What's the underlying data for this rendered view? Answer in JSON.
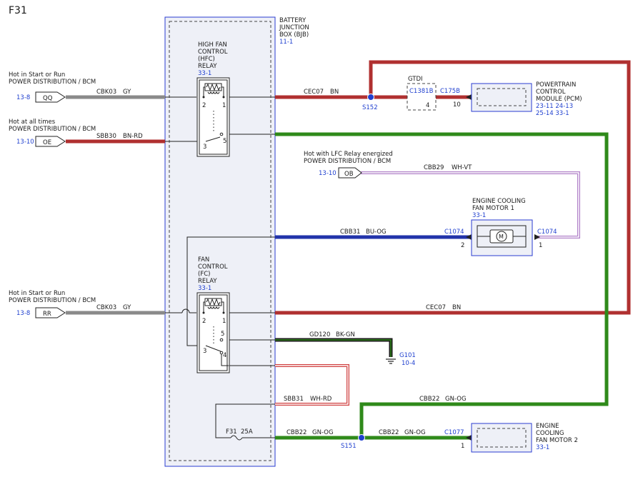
{
  "page_label": "F31",
  "bjb": {
    "lines": [
      "BATTERY",
      "JUNCTION",
      "BOX (BJB)"
    ],
    "ref": "11-1"
  },
  "hfc": {
    "lines": [
      "HIGH FAN",
      "CONTROL",
      "(HFC)",
      "RELAY"
    ],
    "ref": "33-1",
    "pins": {
      "p2": "2",
      "p1": "1",
      "p3": "3",
      "p5": "5"
    }
  },
  "fc": {
    "lines": [
      "FAN",
      "CONTROL",
      "(FC)",
      "RELAY"
    ],
    "ref": "33-1",
    "pins": {
      "p2": "2",
      "p1": "1",
      "p5": "5",
      "p3": "3",
      "p4": "4"
    }
  },
  "sources": {
    "qq": {
      "line1": "Hot in Start or Run",
      "line2": "POWER DISTRIBUTION / BCM",
      "ref": "13-8",
      "tag": "QQ",
      "circuit": "CBK03",
      "color": "GY"
    },
    "oe": {
      "line1": "Hot at all times",
      "line2": "POWER DISTRIBUTION / BCM",
      "ref": "13-10",
      "tag": "OE",
      "circuit": "SBB30",
      "color": "BN-RD"
    },
    "rr": {
      "line1": "Hot in Start or Run",
      "line2": "POWER DISTRIBUTION / BCM",
      "ref": "13-8",
      "tag": "RR",
      "circuit": "CBK03",
      "color": "GY"
    },
    "ob": {
      "line1": "Hot with LFC Relay energized",
      "line2": "POWER DISTRIBUTION / BCM",
      "ref": "13-10",
      "tag": "OB",
      "circuit": "CBB29",
      "color": "WH-VT"
    }
  },
  "wires": {
    "cec07_top": {
      "circuit": "CEC07",
      "color": "BN"
    },
    "cec07_mid": {
      "circuit": "CEC07",
      "color": "BN"
    },
    "cbb31": {
      "circuit": "CBB31",
      "color": "BU-OG"
    },
    "gd120": {
      "circuit": "GD120",
      "color": "BK-GN"
    },
    "sbb31": {
      "circuit": "SBB31",
      "color": "WH-RD"
    },
    "cbb22_a": {
      "circuit": "CBB22",
      "color": "GN-OG"
    },
    "cbb22_b": {
      "circuit": "CBB22",
      "color": "GN-OG"
    },
    "cbb22_c": {
      "circuit": "CBB22",
      "color": "GN-OG"
    }
  },
  "splices": {
    "s152": "S152",
    "s151": "S151"
  },
  "gtdi": {
    "label": "GTDI",
    "connector": "C1381B",
    "pin": "4"
  },
  "pcm": {
    "connector": "C175B",
    "pin": "10",
    "lines": [
      "POWERTRAIN",
      "CONTROL",
      "MODULE (PCM)"
    ],
    "refs1": "23-11  24-13",
    "refs2": "25-14  33-1"
  },
  "motor1": {
    "lines": [
      "ENGINE COOLING",
      "FAN MOTOR 1"
    ],
    "ref": "33-1",
    "conn_left": "C1074",
    "pin_left": "2",
    "conn_right": "C1074",
    "pin_right": "1"
  },
  "motor2": {
    "lines": [
      "ENGINE",
      "COOLING",
      "FAN MOTOR 2"
    ],
    "ref": "33-1",
    "connector": "C1077",
    "pin": "1"
  },
  "ground": {
    "name": "G101",
    "ref": "10-4"
  },
  "fuse": {
    "name": "F31",
    "rating": "25A"
  },
  "colors": {
    "brown": "#b03030",
    "gray": "#8a8a8a",
    "blue": "#2233aa",
    "green": "#2f8a1a",
    "violet": "#b080c8",
    "box_blue": "#2a3bd0"
  }
}
